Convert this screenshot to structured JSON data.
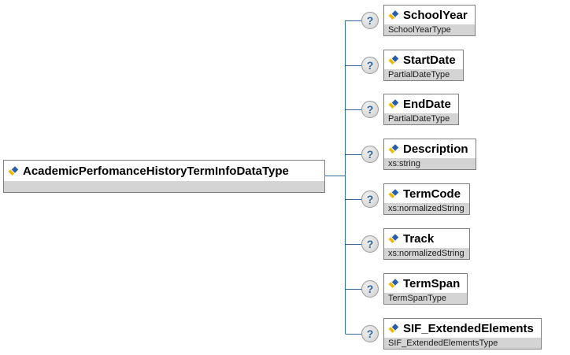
{
  "diagram": {
    "root": {
      "name": "AcademicPerfomanceHistoryTermInfoDataType",
      "icon": "element-diamond-icon"
    },
    "children": [
      {
        "name": "SchoolYear",
        "type": "SchoolYearType",
        "optional_indicator": "?"
      },
      {
        "name": "StartDate",
        "type": "PartialDateType",
        "optional_indicator": "?"
      },
      {
        "name": "EndDate",
        "type": "PartialDateType",
        "optional_indicator": "?"
      },
      {
        "name": "Description",
        "type": "xs:string",
        "optional_indicator": "?"
      },
      {
        "name": "TermCode",
        "type": "xs:normalizedString",
        "optional_indicator": "?"
      },
      {
        "name": "Track",
        "type": "xs:normalizedString",
        "optional_indicator": "?"
      },
      {
        "name": "TermSpan",
        "type": "TermSpanType",
        "optional_indicator": "?"
      },
      {
        "name": "SIF_ExtendedElements",
        "type": "SIF_ExtendedElementsType",
        "optional_indicator": "?"
      }
    ],
    "colors": {
      "connector": "#336699",
      "box_border": "#7F7F7F",
      "box_subtitle_bg": "#D4D4D4",
      "badge_bg": "#DCDCDC",
      "badge_border": "#9A9A9A",
      "icon_yellow": "#EDB70B",
      "icon_blue": "#2A5DA8"
    }
  }
}
